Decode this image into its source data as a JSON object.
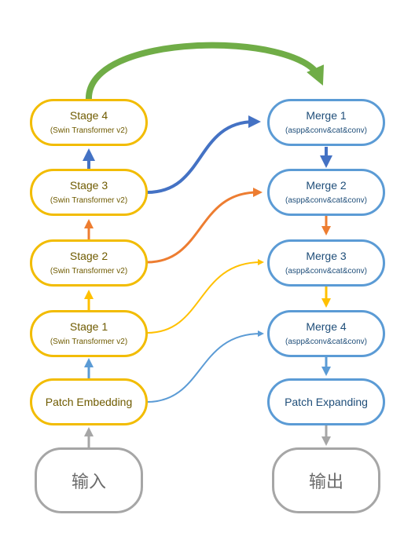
{
  "colors": {
    "encoder": "#f2bc00",
    "decoder": "#5b9bd5",
    "io": "#a6a6a6",
    "skip_stage4": "#70ad47",
    "skip_stage3": "#4472c4",
    "skip_stage2": "#ed7d31",
    "skip_stage1": "#ffc000",
    "skip_patch": "#5b9bd5"
  },
  "encoder": {
    "input": "输入",
    "patch_embedding": "Patch Embedding",
    "stage1": {
      "title": "Stage 1",
      "subtitle": "(Swin Transformer v2)"
    },
    "stage2": {
      "title": "Stage 2",
      "subtitle": "(Swin Transformer v2)"
    },
    "stage3": {
      "title": "Stage 3",
      "subtitle": "(Swin Transformer v2)"
    },
    "stage4": {
      "title": "Stage 4",
      "subtitle": "(Swin Transformer v2)"
    }
  },
  "decoder": {
    "merge1": {
      "title": "Merge 1",
      "subtitle": "(aspp&conv&cat&conv)"
    },
    "merge2": {
      "title": "Merge 2",
      "subtitle": "(aspp&conv&cat&conv)"
    },
    "merge3": {
      "title": "Merge 3",
      "subtitle": "(aspp&conv&cat&conv)"
    },
    "merge4": {
      "title": "Merge 4",
      "subtitle": "(aspp&conv&cat&conv)"
    },
    "patch_expanding": "Patch Expanding",
    "output": "输出"
  }
}
